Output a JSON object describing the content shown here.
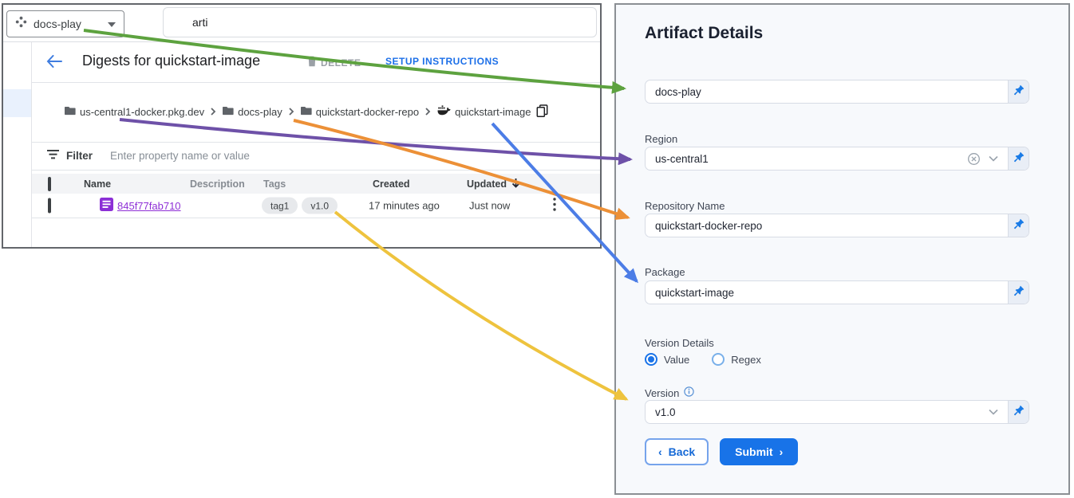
{
  "colors": {
    "accent_blue": "#1a73e8",
    "link_purple": "#8e2fd6"
  },
  "console": {
    "project_selector": {
      "label": "docs-play"
    },
    "search": {
      "value": "arti"
    },
    "header": {
      "title": "Digests for quickstart-image",
      "delete_label": "DELETE",
      "setup_label": "SETUP INSTRUCTIONS"
    },
    "breadcrumb": {
      "items": [
        "us-central1-docker.pkg.dev",
        "docs-play",
        "quickstart-docker-repo",
        "quickstart-image"
      ]
    },
    "filter": {
      "label": "Filter",
      "placeholder": "Enter property name or value"
    },
    "table": {
      "columns": {
        "name": "Name",
        "description": "Description",
        "tags": "Tags",
        "created": "Created",
        "updated": "Updated"
      },
      "row": {
        "name": "845f77fab710",
        "tags": [
          "tag1",
          "v1.0"
        ],
        "created": "17 minutes ago",
        "updated": "Just now"
      }
    }
  },
  "panel": {
    "title": "Artifact Details",
    "project_field": {
      "value": "docs-play"
    },
    "region": {
      "label": "Region",
      "value": "us-central1"
    },
    "repository": {
      "label": "Repository Name",
      "value": "quickstart-docker-repo"
    },
    "package": {
      "label": "Package",
      "value": "quickstart-image"
    },
    "version_details": {
      "label": "Version Details",
      "options": [
        "Value",
        "Regex"
      ],
      "selected": "Value"
    },
    "version": {
      "label": "Version",
      "value": "v1.0"
    },
    "buttons": {
      "back_chevron": "‹",
      "back_label": "Back",
      "submit_label": "Submit",
      "submit_chevron": "›"
    }
  },
  "arrows": {
    "items": [
      {
        "name": "arrow-project-to-field",
        "color": "#5da23f"
      },
      {
        "name": "arrow-breadcrumb-to-region",
        "color": "#6e51a8"
      },
      {
        "name": "arrow-breadcrumb-to-repository",
        "color": "#ec9037"
      },
      {
        "name": "arrow-breadcrumb-to-package",
        "color": "#4c7de6"
      },
      {
        "name": "arrow-tag-to-version",
        "color": "#eec33e"
      }
    ]
  }
}
